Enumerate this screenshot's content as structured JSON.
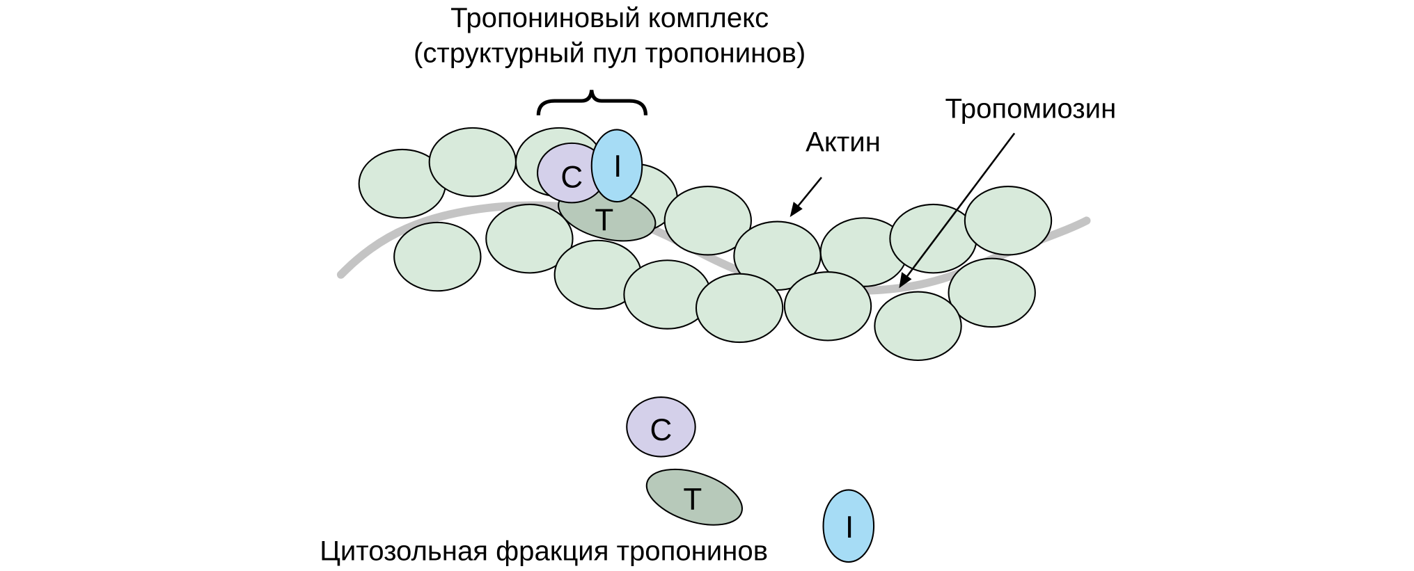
{
  "title": {
    "line1": "Тропониновый комплекс",
    "line2": "(структурный пул тропонинов)"
  },
  "labels": {
    "actin": "Актин",
    "tropomyosin": "Тропомиозин",
    "cytosolic": "Цитозольная фракция тропонинов"
  },
  "subunits": {
    "c": "C",
    "i": "I",
    "t": "T"
  },
  "colors": {
    "actin": "#d8eadb",
    "troponin_c": "#d4d0ea",
    "troponin_i": "#a6dcf5",
    "troponin_t": "#b7c9ba",
    "tropomyosin": "#c4c4c4"
  }
}
